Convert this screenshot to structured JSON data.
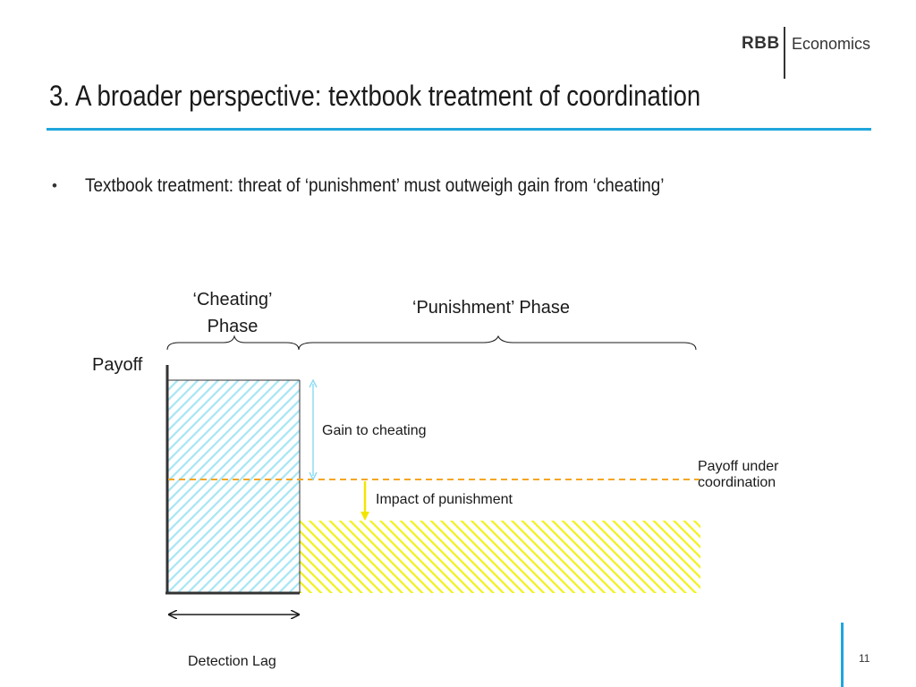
{
  "logo": {
    "brand": "RBB",
    "name": "Economics"
  },
  "slide": {
    "title": "3. A broader perspective: textbook treatment of coordination",
    "bullets": [
      "Textbook treatment: threat of ‘punishment’ must outweigh gain from ‘cheating’"
    ],
    "page_number": "11"
  },
  "diagram": {
    "cheating_phase_line1": "‘Cheating’",
    "cheating_phase_line2": "Phase",
    "punishment_phase": "‘Punishment’ Phase",
    "y_axis_label": "Payoff",
    "gain_label": "Gain to cheating",
    "impact_label": "Impact of punishment",
    "coordination_label": "Payoff under coordination",
    "detection_label": "Detection Lag"
  },
  "colors": {
    "accent": "#1ea6dc",
    "cheating_fill": "#a8e6f5",
    "punishment_fill": "#f2f21e",
    "coordination_line": "#f5a623",
    "impact_arrow": "#f2e600",
    "gain_arrow": "#8fdcf2"
  }
}
